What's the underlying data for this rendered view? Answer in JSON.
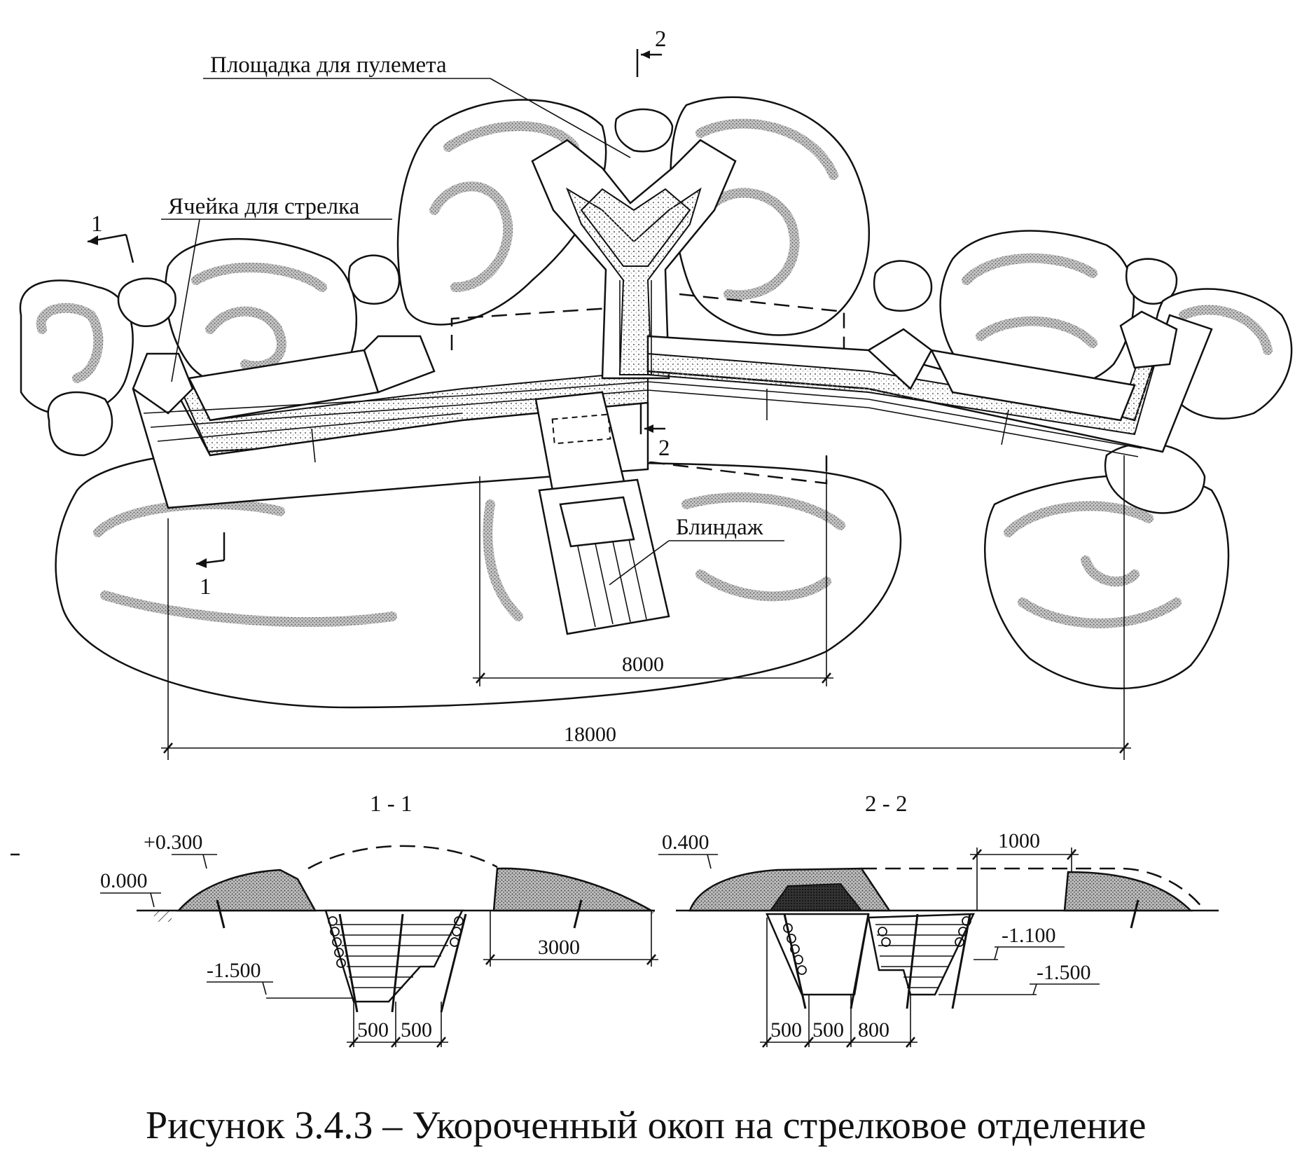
{
  "labels": {
    "mg_platform": "Площадка для пулемета",
    "rifle_cell": "Ячейка для стрелка",
    "dugout": "Блиндаж"
  },
  "section_marks": {
    "s1": "1",
    "s2": "2"
  },
  "dimensions_plan": {
    "dugout_width": "8000",
    "total_width": "18000"
  },
  "section_titles": {
    "section1": "1 - 1",
    "section2": "2 - 2"
  },
  "section1": {
    "elev_top": "+0.300",
    "elev_zero": "0.000",
    "elev_bottom": "-1.500",
    "dim_parapet": "3000",
    "dim_a": "500",
    "dim_b": "500"
  },
  "section2": {
    "elev_top": "0.400",
    "dim_top": "1000",
    "elev_mid": "-1.100",
    "elev_bottom": "-1.500",
    "dim_a": "500",
    "dim_b": "500",
    "dim_c": "800"
  },
  "caption": "Рисунок 3.4.3 – Укороченный окоп на стрелковое отделение",
  "colors": {
    "ink": "#111111",
    "paper": "#ffffff",
    "stipple": "#888888"
  }
}
